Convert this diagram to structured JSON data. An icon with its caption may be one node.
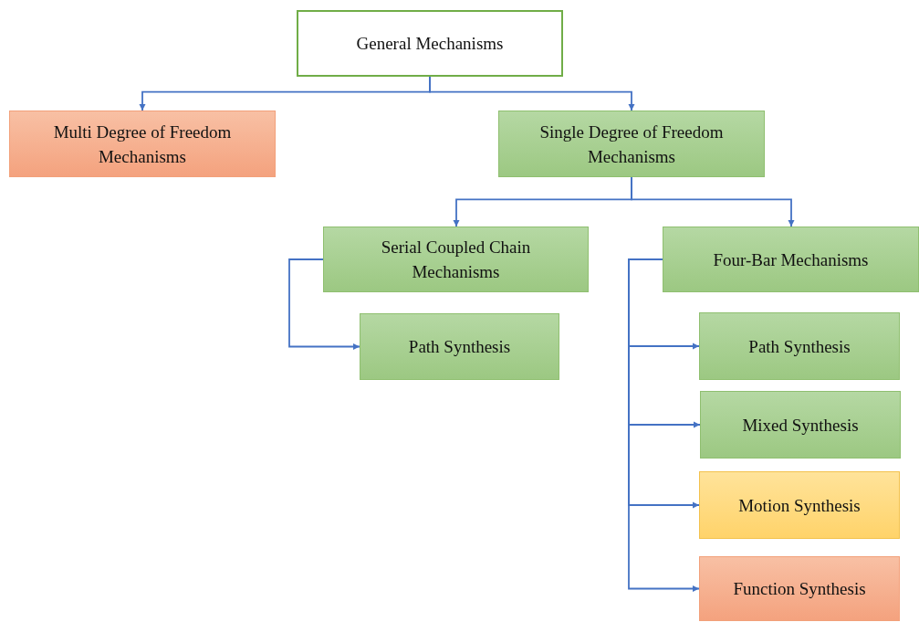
{
  "diagram": {
    "nodes": [
      {
        "text": [
          "General Mechanisms"
        ]
      },
      {
        "text": [
          "Multi Degree of Freedom Mechanisms"
        ]
      },
      {
        "text": [
          "Single Degree of Freedom Mechanisms"
        ]
      },
      {
        "text": [
          "Serial Coupled Chain Mechanisms"
        ]
      },
      {
        "text": [
          "Four-Bar Mechanisms"
        ]
      },
      {
        "text": [
          "Path Synthesis"
        ]
      },
      {
        "text": [
          "Path Synthesis"
        ]
      },
      {
        "text": [
          "Mixed Synthesis"
        ]
      },
      {
        "text": [
          "Motion Synthesis"
        ]
      },
      {
        "text": [
          "Function Synthesis"
        ]
      }
    ],
    "edges": [
      {
        "from": 0,
        "to": 1,
        "arrow": "to"
      },
      {
        "from": 0,
        "to": 2,
        "arrow": "to"
      },
      {
        "from": 2,
        "to": 3,
        "arrow": "to"
      },
      {
        "from": 2,
        "to": 4,
        "arrow": "to"
      },
      {
        "from": 3,
        "to": 5,
        "arrow": "to"
      },
      {
        "from": 4,
        "to": 6,
        "arrow": "to"
      },
      {
        "from": 4,
        "to": 7,
        "arrow": "to"
      },
      {
        "from": 4,
        "to": 8,
        "arrow": "to"
      },
      {
        "from": 4,
        "to": 9,
        "arrow": "to"
      }
    ]
  }
}
